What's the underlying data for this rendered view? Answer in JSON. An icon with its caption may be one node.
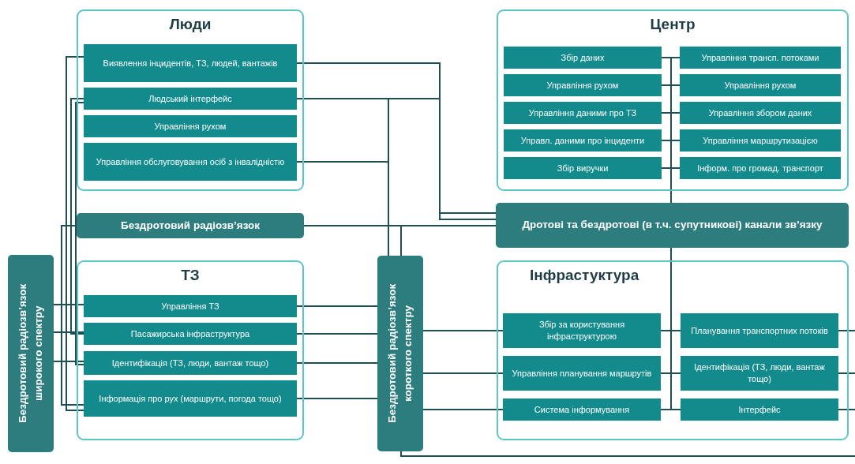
{
  "diagram": {
    "nodes": [
      {
        "text": [
          "Люди"
        ]
      },
      {
        "text": [
          "Виявлення інцидентів, ТЗ, людей, вантажів"
        ],
        "in": 0
      },
      {
        "text": [
          "Людський інтерфейс"
        ],
        "in": 0
      },
      {
        "text": [
          "Управління рухом"
        ],
        "in": 0
      },
      {
        "text": [
          "Управління обслуговування осіб з інвалідністю"
        ],
        "in": 0
      },
      {
        "text": [
          "Центр"
        ]
      },
      {
        "text": [
          "Збір даних"
        ],
        "in": 5
      },
      {
        "text": [
          "Управління трансп. потоками"
        ],
        "in": 5
      },
      {
        "text": [
          "Управління рухом"
        ],
        "in": 5
      },
      {
        "text": [
          "Управління рухом"
        ],
        "in": 5
      },
      {
        "text": [
          "Управління даними про ТЗ"
        ],
        "in": 5
      },
      {
        "text": [
          "Управління збором даних"
        ],
        "in": 5
      },
      {
        "text": [
          "Управл. даними про інциденти"
        ],
        "in": 5
      },
      {
        "text": [
          "Управління маршрутизацією"
        ],
        "in": 5
      },
      {
        "text": [
          "Збір виручки"
        ],
        "in": 5
      },
      {
        "text": [
          "Інформ. про громад. транспорт"
        ],
        "in": 5
      },
      {
        "text": [
          "Бездротовий радіозв’язок"
        ]
      },
      {
        "text": [
          "Дротові та бездротові (в т.ч. супутникові) канали зв’язку"
        ]
      },
      {
        "text": [
          "Бездротовий радіозв’язок широкого спектру"
        ]
      },
      {
        "text": [
          "ТЗ"
        ]
      },
      {
        "text": [
          "Управління ТЗ"
        ],
        "in": 19
      },
      {
        "text": [
          "Пасажирська інфраструктура"
        ],
        "in": 19
      },
      {
        "text": [
          "Ідентифікація (ТЗ, люди, вантаж тощо)"
        ],
        "in": 19
      },
      {
        "text": [
          "Інформація про рух (маршрути, погода тощо)"
        ],
        "in": 19
      },
      {
        "text": [
          "Бездротовий радіозв’язок короткого спектру"
        ]
      },
      {
        "text": [
          "Інфрастуктура"
        ]
      },
      {
        "text": [
          "Збір за користування інфраструктурою"
        ],
        "in": 25
      },
      {
        "text": [
          "Планування транспортних потоків"
        ],
        "in": 25
      },
      {
        "text": [
          "Управління планування маршрутів"
        ],
        "in": 25
      },
      {
        "text": [
          "Ідентифікація (ТЗ, люди, вантаж тощо)"
        ],
        "in": 25
      },
      {
        "text": [
          "Система інформування"
        ],
        "in": 25
      },
      {
        "text": [
          "Інтерфейс"
        ],
        "in": 25
      }
    ],
    "edges": [
      {
        "from": 1,
        "to": 17,
        "arrow": "none"
      },
      {
        "from": 2,
        "to": 17,
        "arrow": "none"
      },
      {
        "from": 2,
        "to": 24,
        "arrow": "none"
      },
      {
        "from": 4,
        "to": 24,
        "arrow": "none"
      },
      {
        "from": 16,
        "to": 17,
        "arrow": "none"
      },
      {
        "from": 16,
        "to": 24,
        "arrow": "none"
      },
      {
        "from": 6,
        "to": 17,
        "arrow": "none"
      },
      {
        "from": 7,
        "to": 17,
        "arrow": "none"
      },
      {
        "from": 8,
        "to": 17,
        "arrow": "none"
      },
      {
        "from": 9,
        "to": 17,
        "arrow": "none"
      },
      {
        "from": 10,
        "to": 17,
        "arrow": "none"
      },
      {
        "from": 11,
        "to": 17,
        "arrow": "none"
      },
      {
        "from": 12,
        "to": 17,
        "arrow": "none"
      },
      {
        "from": 13,
        "to": 17,
        "arrow": "none"
      },
      {
        "from": 14,
        "to": 17,
        "arrow": "none"
      },
      {
        "from": 15,
        "to": 17,
        "arrow": "none"
      },
      {
        "from": 17,
        "to": 26,
        "arrow": "none"
      },
      {
        "from": 17,
        "to": 27,
        "arrow": "none"
      },
      {
        "from": 17,
        "to": 28,
        "arrow": "none"
      },
      {
        "from": 17,
        "to": 29,
        "arrow": "none"
      },
      {
        "from": 17,
        "to": 30,
        "arrow": "none"
      },
      {
        "from": 17,
        "to": 31,
        "arrow": "none"
      },
      {
        "from": 24,
        "to": 26,
        "arrow": "none"
      },
      {
        "from": 24,
        "to": 28,
        "arrow": "none"
      },
      {
        "from": 24,
        "to": 30,
        "arrow": "none"
      },
      {
        "from": 20,
        "to": 24,
        "arrow": "none"
      },
      {
        "from": 21,
        "to": 24,
        "arrow": "none"
      },
      {
        "from": 22,
        "to": 24,
        "arrow": "none"
      },
      {
        "from": 23,
        "to": 24,
        "arrow": "none"
      },
      {
        "from": 16,
        "to": 23,
        "arrow": "none"
      },
      {
        "from": 1,
        "to": 23,
        "arrow": "none"
      },
      {
        "from": 2,
        "to": 21,
        "arrow": "none"
      },
      {
        "from": 2,
        "to": 22,
        "arrow": "none"
      },
      {
        "from": 18,
        "to": 20,
        "arrow": "none"
      },
      {
        "from": 18,
        "to": 21,
        "arrow": "none"
      },
      {
        "from": 18,
        "to": 22,
        "arrow": "none"
      },
      {
        "from": 27,
        "to": null,
        "arrow": "none"
      },
      {
        "from": 29,
        "to": null,
        "arrow": "none"
      },
      {
        "from": 31,
        "to": null,
        "arrow": "none"
      },
      {
        "from": 24,
        "to": null,
        "arrow": "none"
      }
    ]
  }
}
